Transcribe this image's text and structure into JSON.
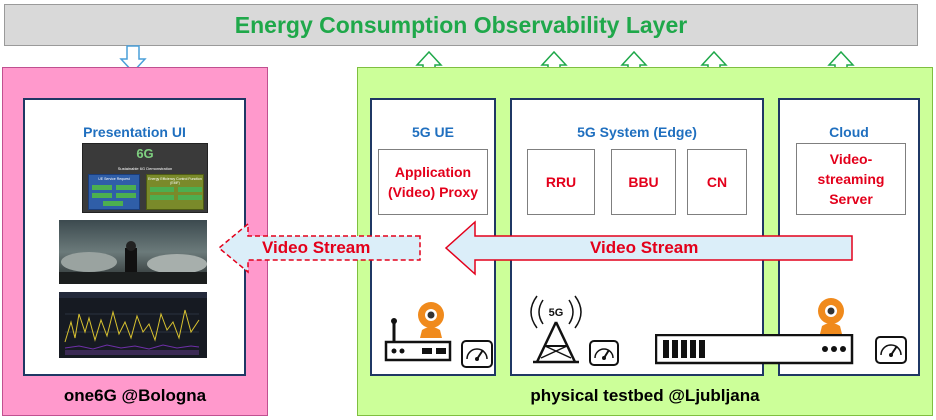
{
  "observability": {
    "title": "Energy Consumption Observability Layer"
  },
  "bologna": {
    "site_label": "one6G @Bologna",
    "presentation_title": "Presentation UI",
    "mini_ui": {
      "logo": "6G",
      "subtitle": "Sustainable 6G Demonstration",
      "left_title": "UE Service Request",
      "right_title": "Energy Efficiency Control Function (EMF)"
    }
  },
  "ljubljana": {
    "site_label": "physical testbed @Ljubljana",
    "ue": {
      "title": "5G UE",
      "box": "Application (Video) Proxy"
    },
    "system": {
      "title": "5G System (Edge)",
      "boxes": [
        "RRU",
        "BBU",
        "CN"
      ]
    },
    "cloud": {
      "title": "Cloud",
      "box": "Video-streaming Server"
    },
    "tower_label": "5G"
  },
  "streams": {
    "main": "Video Stream",
    "bologna": "Video Stream"
  },
  "colors": {
    "observability_text": "#1fa84a",
    "bologna_bg": "#ff99cc",
    "ljubljana_bg": "#ccff99",
    "panel_border": "#1f3864",
    "accent_red": "#e3001b",
    "title_blue": "#1f6fbf"
  }
}
